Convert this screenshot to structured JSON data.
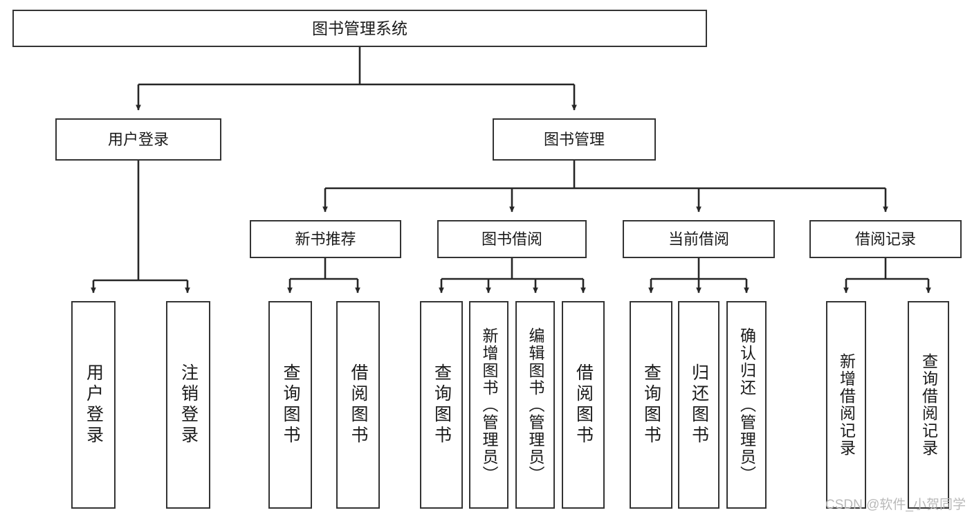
{
  "diagram": {
    "type": "tree-hierarchy-diagram",
    "title": "图书管理系统",
    "watermark": "CSDN @软件_小贺同学",
    "colors": {
      "box_border": "#333333",
      "box_fill": "#ffffff",
      "edge": "#262626",
      "text": "#1a1a1a",
      "watermark": "#b9b9b9",
      "background": "#ffffff"
    },
    "nodes": {
      "root": {
        "label": "图书管理系统",
        "level": 1,
        "orientation": "horizontal"
      },
      "user_login": {
        "label": "用户登录",
        "level": 2,
        "orientation": "horizontal"
      },
      "book_manage": {
        "label": "图书管理",
        "level": 2,
        "orientation": "horizontal"
      },
      "new_book_rec": {
        "label": "新书推荐",
        "level": 3,
        "orientation": "horizontal"
      },
      "book_borrow": {
        "label": "图书借阅",
        "level": 3,
        "orientation": "horizontal"
      },
      "current_borrow": {
        "label": "当前借阅",
        "level": 3,
        "orientation": "horizontal"
      },
      "borrow_record": {
        "label": "借阅记录",
        "level": 3,
        "orientation": "horizontal"
      },
      "leaf_user_login": {
        "label": "用户登录",
        "level": 3,
        "orientation": "vertical"
      },
      "leaf_logout": {
        "label": "注销登录",
        "level": 3,
        "orientation": "vertical"
      },
      "leaf_query_book_1": {
        "label": "查询图书",
        "level": 4,
        "orientation": "vertical"
      },
      "leaf_borrow_book_1": {
        "label": "借阅图书",
        "level": 4,
        "orientation": "vertical"
      },
      "leaf_query_book_2": {
        "label": "查询图书",
        "level": 4,
        "orientation": "vertical"
      },
      "leaf_add_book": {
        "label": "新增图书（管理员）",
        "level": 4,
        "orientation": "vertical"
      },
      "leaf_edit_book": {
        "label": "编辑图书（管理员）",
        "level": 4,
        "orientation": "vertical"
      },
      "leaf_borrow_book_2": {
        "label": "借阅图书",
        "level": 4,
        "orientation": "vertical"
      },
      "leaf_query_book_3": {
        "label": "查询图书",
        "level": 4,
        "orientation": "vertical"
      },
      "leaf_return_book": {
        "label": "归还图书",
        "level": 4,
        "orientation": "vertical"
      },
      "leaf_confirm_return": {
        "label": "确认归还（管理员）",
        "level": 4,
        "orientation": "vertical"
      },
      "leaf_add_record": {
        "label": "新增借阅记录",
        "level": 4,
        "orientation": "vertical"
      },
      "leaf_query_record": {
        "label": "查询借阅记录",
        "level": 4,
        "orientation": "vertical"
      }
    },
    "edges": [
      {
        "from": "root",
        "to": "user_login"
      },
      {
        "from": "root",
        "to": "book_manage"
      },
      {
        "from": "user_login",
        "to": "leaf_user_login"
      },
      {
        "from": "user_login",
        "to": "leaf_logout"
      },
      {
        "from": "book_manage",
        "to": "new_book_rec"
      },
      {
        "from": "book_manage",
        "to": "book_borrow"
      },
      {
        "from": "book_manage",
        "to": "current_borrow"
      },
      {
        "from": "book_manage",
        "to": "borrow_record"
      },
      {
        "from": "new_book_rec",
        "to": "leaf_query_book_1"
      },
      {
        "from": "new_book_rec",
        "to": "leaf_borrow_book_1"
      },
      {
        "from": "book_borrow",
        "to": "leaf_query_book_2"
      },
      {
        "from": "book_borrow",
        "to": "leaf_add_book"
      },
      {
        "from": "book_borrow",
        "to": "leaf_edit_book"
      },
      {
        "from": "book_borrow",
        "to": "leaf_borrow_book_2"
      },
      {
        "from": "current_borrow",
        "to": "leaf_query_book_3"
      },
      {
        "from": "current_borrow",
        "to": "leaf_return_book"
      },
      {
        "from": "current_borrow",
        "to": "leaf_confirm_return"
      },
      {
        "from": "borrow_record",
        "to": "leaf_add_record"
      },
      {
        "from": "borrow_record",
        "to": "leaf_query_record"
      }
    ]
  }
}
